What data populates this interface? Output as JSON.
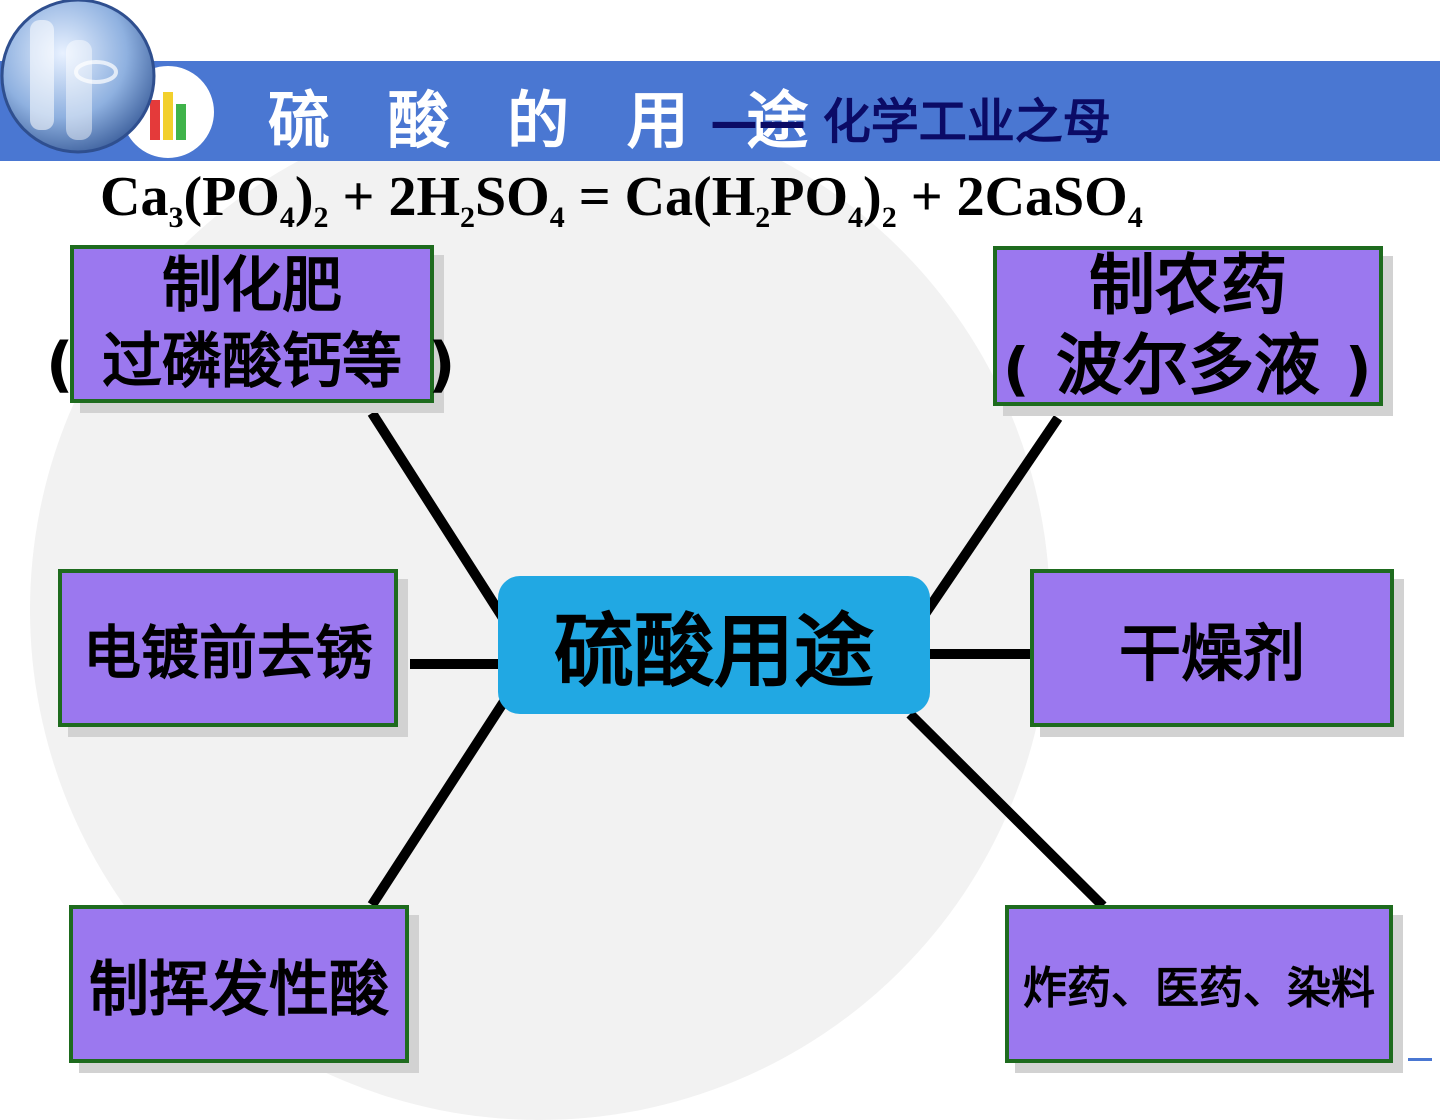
{
  "header": {
    "title": "硫 酸 的 用 途",
    "subtitle": "—— 化学工业之母"
  },
  "equation": {
    "parts": [
      "Ca",
      "3",
      "(PO",
      "4",
      ")",
      "2",
      " + 2H",
      "2",
      "SO",
      "4",
      " = Ca(H",
      "2",
      "PO",
      "4",
      ")",
      "2",
      " + 2CaSO",
      "4"
    ]
  },
  "center": {
    "label": "硫酸用途"
  },
  "uses": {
    "top_left": {
      "line1": "制化肥",
      "line2": "过磷酸钙等",
      "open_paren": "(",
      "close_paren": ")"
    },
    "top_right": {
      "line1": "制农药",
      "line2": "波尔多液",
      "open_paren": "(",
      "close_paren": ")"
    },
    "mid_left": {
      "label": "电镀前去锈"
    },
    "mid_right": {
      "label": "干燥剂"
    },
    "bottom_left": {
      "label": "制挥发性酸"
    },
    "bottom_right": {
      "label": "炸药、医药、染料"
    }
  },
  "colors": {
    "banner": "#4a77d2",
    "center_box": "#21a8e3",
    "use_box": "#9b78ef",
    "box_border": "#1e6b1e"
  },
  "icons": {
    "logo": "lab-glassware-icon"
  }
}
